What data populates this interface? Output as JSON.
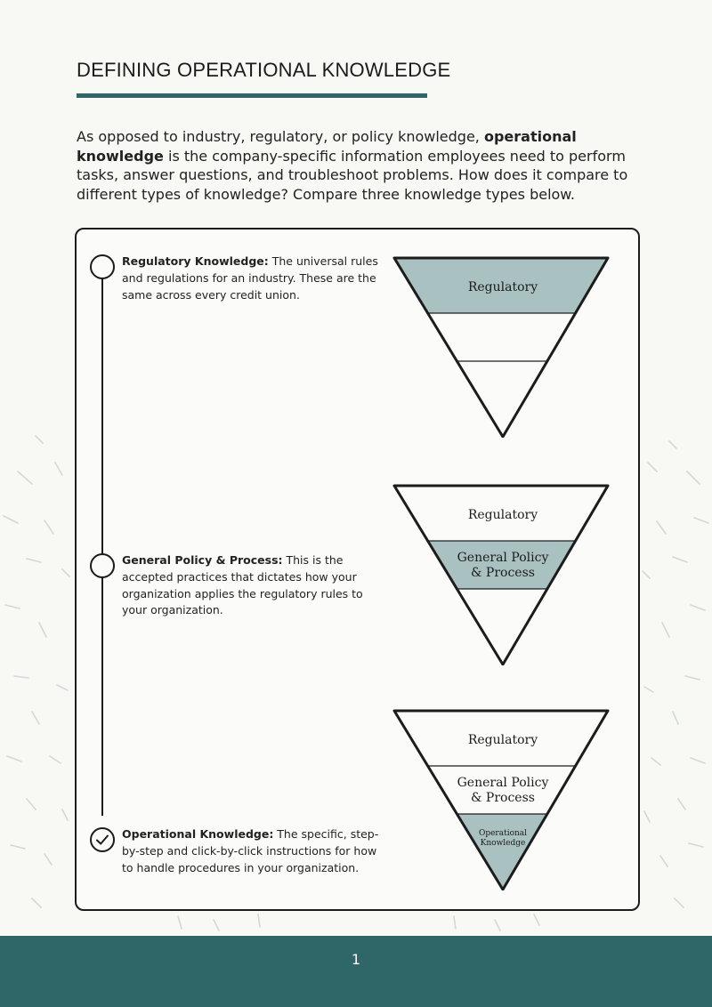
{
  "header": {
    "title": "DEFINING OPERATIONAL KNOWLEDGE"
  },
  "intro": {
    "part1": "As opposed to industry, regulatory, or policy knowledge, ",
    "bold": "operational knowledge",
    "part2": " is the company-specific information employees need to perform tasks, answer questions, and troubleshoot problems. How does it compare to different types of knowledge? Compare three knowledge types below."
  },
  "items": [
    {
      "heading": "Regulatory Knowledge:",
      "body": " The universal rules and regulations for an industry. These are the same across every credit union.",
      "completed": false
    },
    {
      "heading": "General Policy & Process:",
      "body": " This is the accepted practices that dictates how your organization applies the regulatory rules to your organization.",
      "completed": false
    },
    {
      "heading": "Operational Knowledge:",
      "body": " The specific, step-by-step and click-by-click instructions for how to handle procedures in your organization.",
      "completed": true
    }
  ],
  "funnel_labels": {
    "regulatory": "Regulatory",
    "policy_line1": "General Policy",
    "policy_line2": "& Process",
    "operational_line1": "Operational",
    "operational_line2": "Knowledge"
  },
  "footer": {
    "page_number": "1"
  },
  "colors": {
    "accent": "#2f6668",
    "highlight": "#a9c1c1",
    "ink": "#1c1c1c"
  }
}
